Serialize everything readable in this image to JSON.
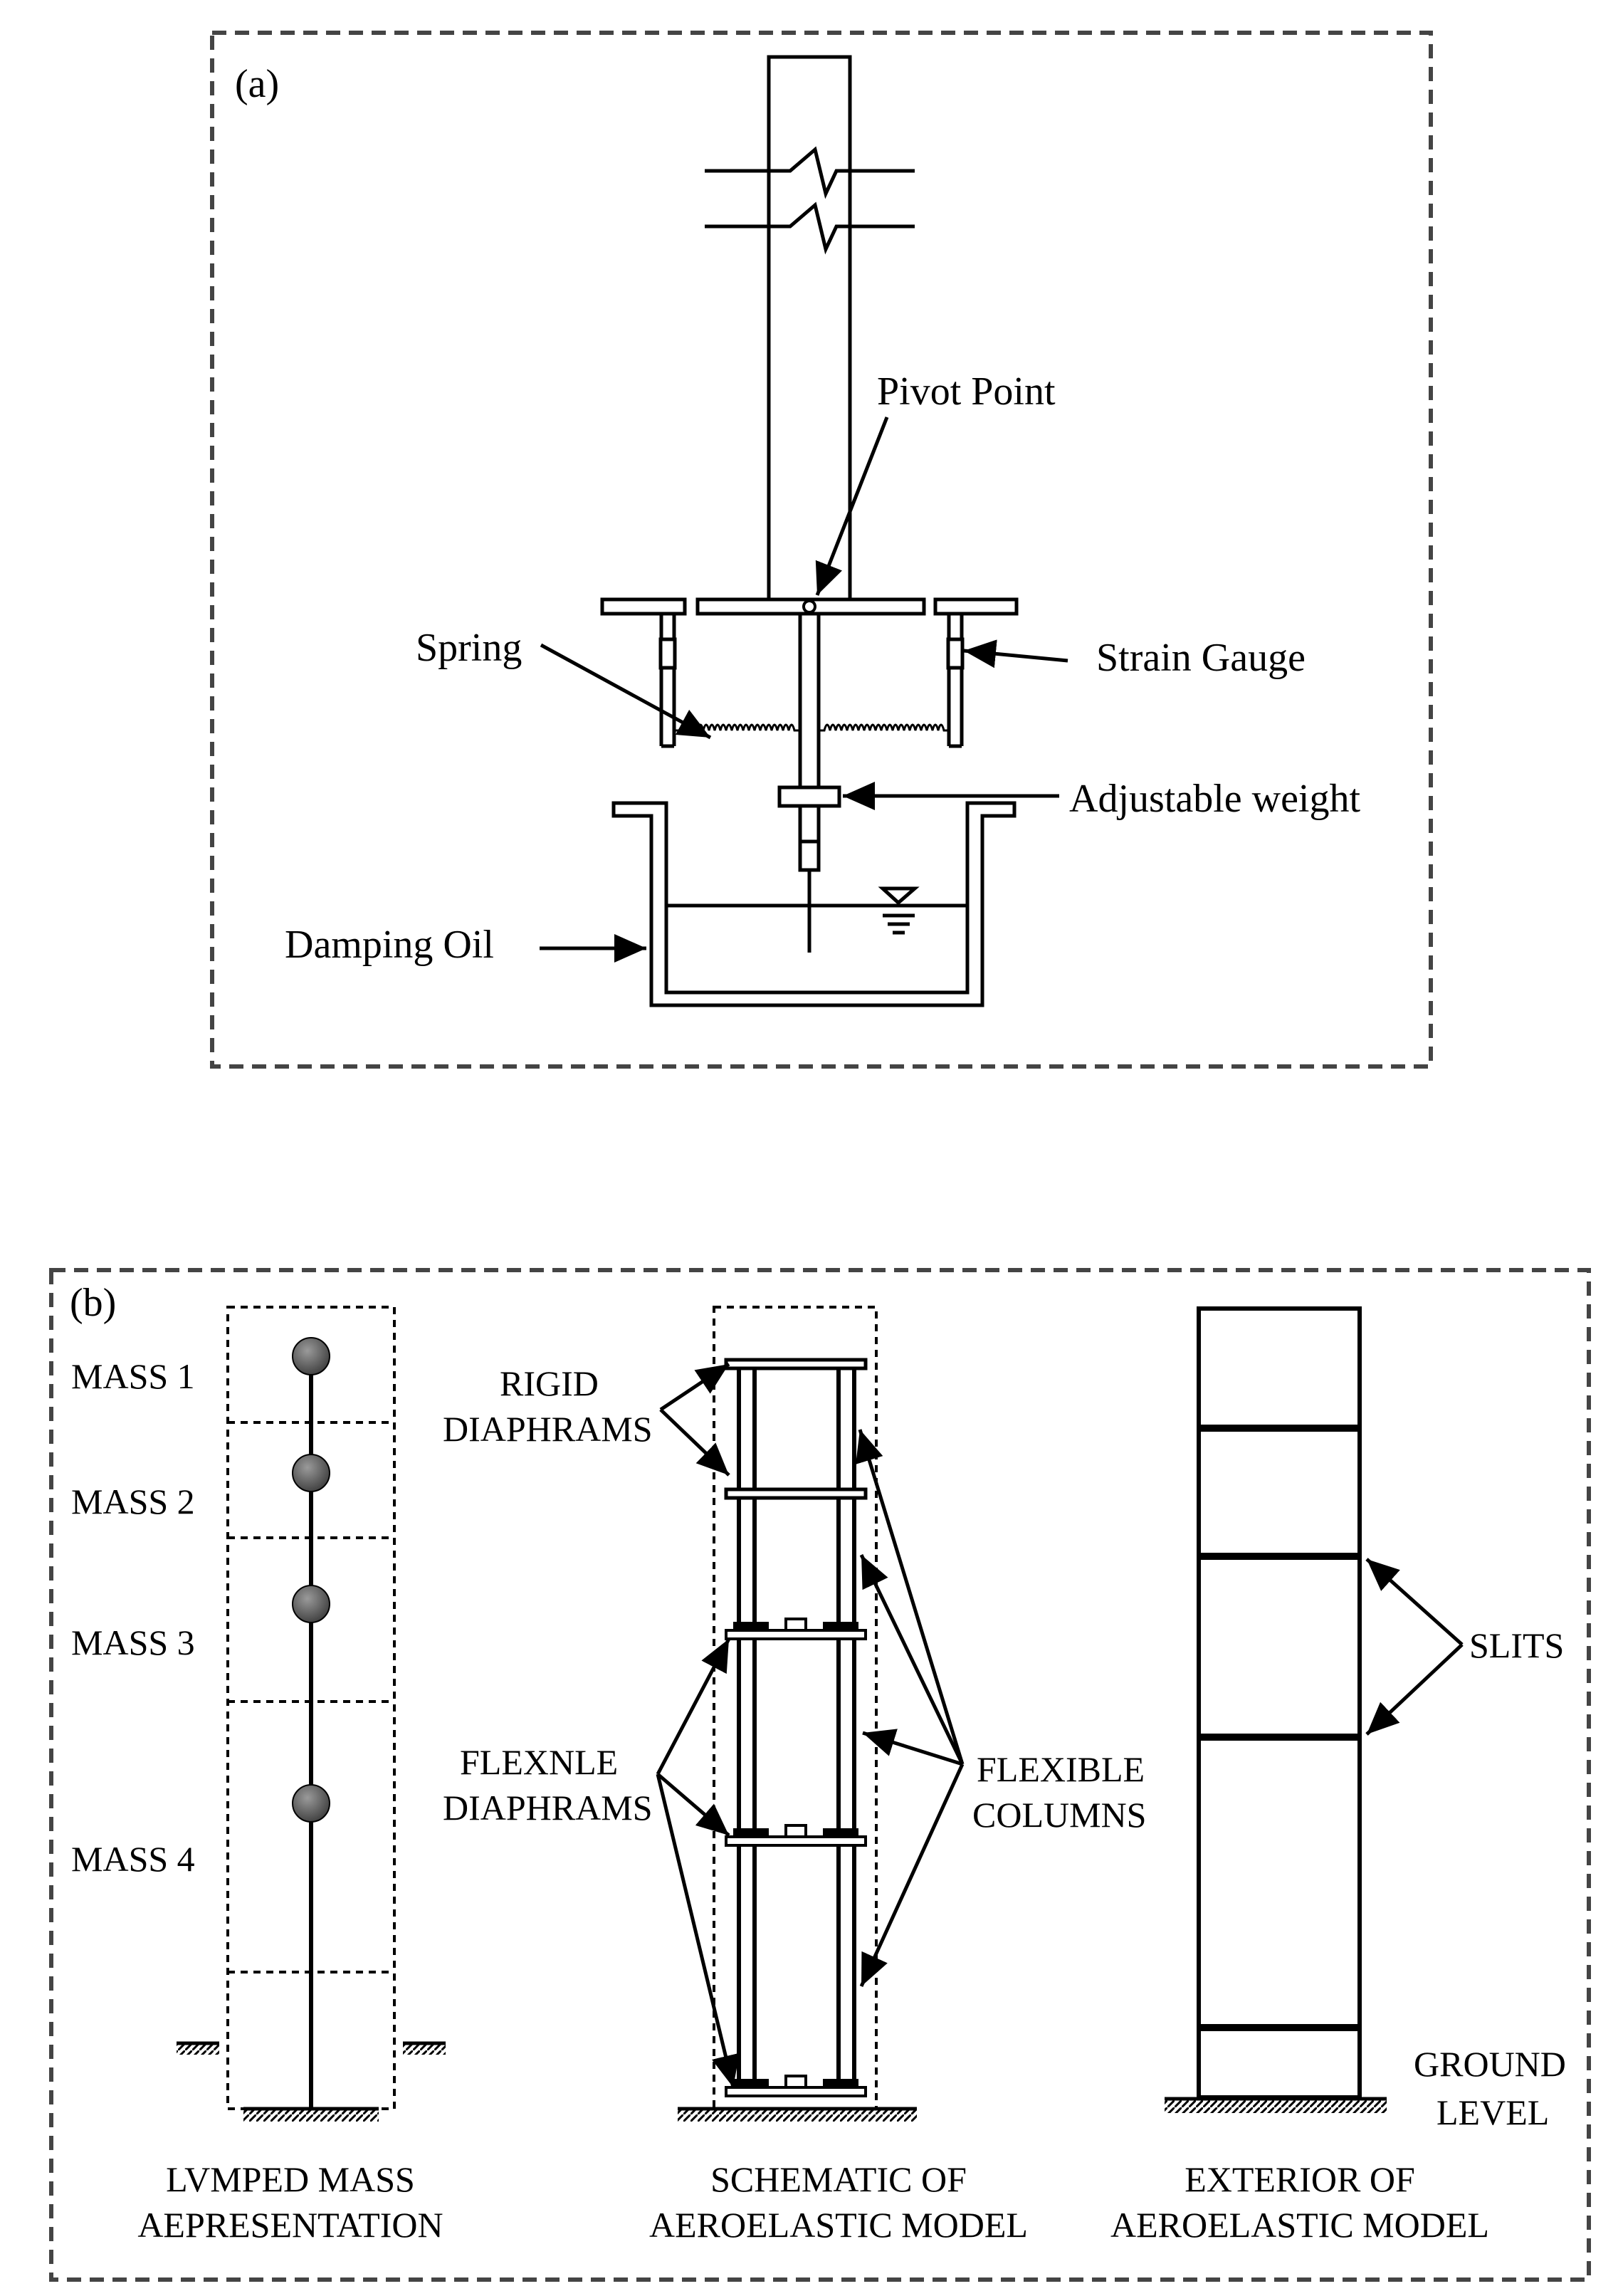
{
  "panel_a": {
    "tag": "(a)",
    "labels": {
      "pivot_point": "Pivot Point",
      "spring": "Spring",
      "strain_gauge": "Strain Gauge",
      "adjustable_weight": "Adjustable weight",
      "damping_oil": "Damping Oil"
    }
  },
  "panel_b": {
    "tag": "(b)",
    "masses": [
      "MASS 1",
      "MASS 2",
      "MASS 3",
      "MASS 4"
    ],
    "labels": {
      "rigid": [
        "RIGID",
        "DIAPHRAMS"
      ],
      "flexnle": [
        "FLEXNLE",
        "DIAPHRAMS"
      ],
      "flexible": [
        "FLEXIBLE",
        "COLUMNS"
      ],
      "slits": "SLITS",
      "ground": [
        "GROUND",
        "LEVEL"
      ]
    },
    "captions": {
      "lumped": [
        "LVMPED MASS",
        "AEPRESENTATION"
      ],
      "schematic": [
        "SCHEMATIC OF",
        "AEROELASTIC  MODEL"
      ],
      "exterior": [
        "EXTERIOR OF",
        "AEROELASTIC MODEL"
      ]
    }
  }
}
